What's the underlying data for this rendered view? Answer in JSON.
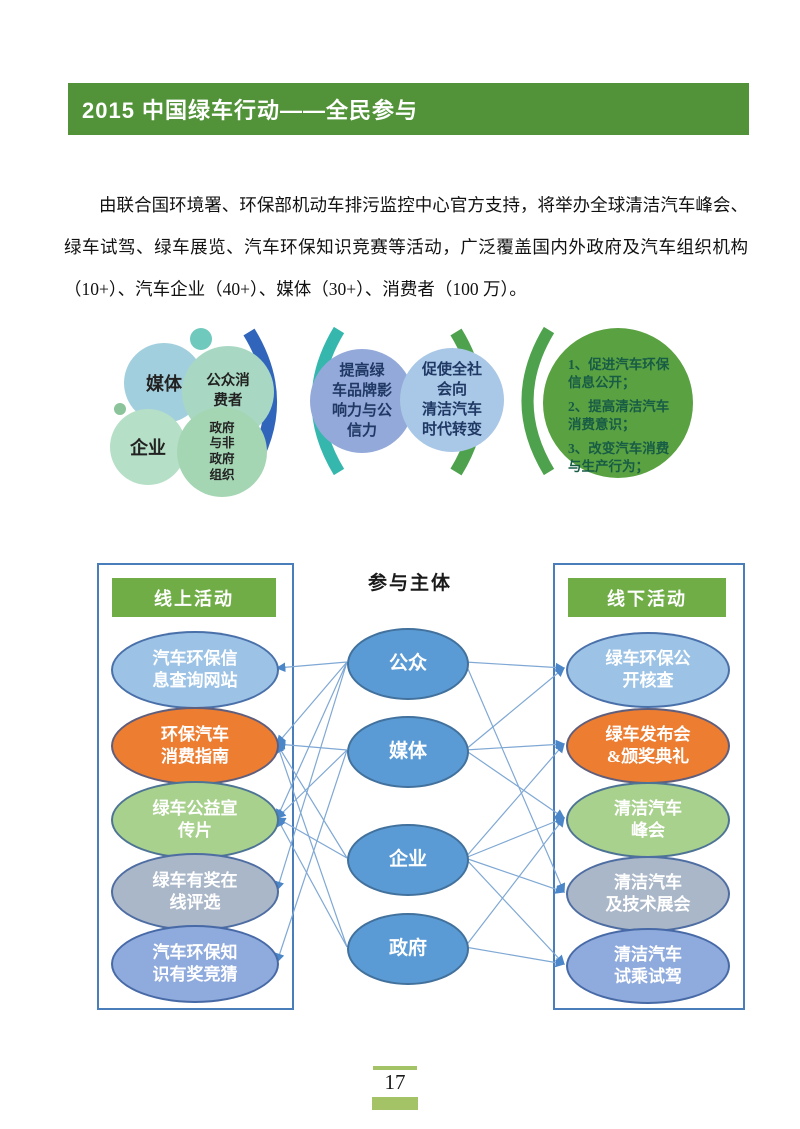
{
  "header": {
    "title": "2015 中国绿车行动——全民参与"
  },
  "intro": {
    "text": "由联合国环境署、环保部机动车排污监控中心官方支持，将举办全球清洁汽车峰会、绿车试驾、绿车展览、汽车环保知识竞赛等活动，广泛覆盖国内外政府及汽车组织机构（10+）、汽车企业（40+）、媒体（30+）、消费者（100 万）。",
    "counts": {
      "organizations": "10+",
      "enterprises": "40+",
      "media": "30+",
      "consumers": "100 万"
    }
  },
  "funnel": {
    "stakeholders": [
      "媒体",
      "公众消\n费者",
      "企业",
      "政府\n与非\n政府\n组织"
    ],
    "goals": [
      "提高绿\n车品牌影\n响力与公\n信力",
      "促使全社\n会向\n清洁汽车\n时代转变"
    ],
    "outcomes": [
      "1、促进汽车环保\n信息公开；",
      "2、提高清洁汽车\n消费意识；",
      "3、改变汽车消费\n与生产行为；"
    ]
  },
  "network": {
    "title": "参与主体",
    "online": {
      "header": "线上活动",
      "items": [
        "汽车环保信\n息查询网站",
        "环保汽车\n消费指南",
        "绿车公益宣\n传片",
        "绿车有奖在\n线评选",
        "汽车环保知\n识有奖竞猜"
      ]
    },
    "offline": {
      "header": "线下活动",
      "items": [
        "绿车环保公\n开核查",
        "绿车发布会\n&颁奖典礼",
        "清洁汽车\n峰会",
        "清洁汽车\n及技术展会",
        "清洁汽车\n试乘试驾"
      ]
    },
    "subjects": [
      "公众",
      "媒体",
      "企业",
      "政府"
    ],
    "edges": {
      "online": [
        [
          0,
          0
        ],
        [
          0,
          1
        ],
        [
          0,
          2
        ],
        [
          0,
          3
        ],
        [
          1,
          1
        ],
        [
          1,
          2
        ],
        [
          1,
          4
        ],
        [
          2,
          1
        ],
        [
          2,
          2
        ],
        [
          3,
          1
        ],
        [
          3,
          2
        ]
      ],
      "offline": [
        [
          0,
          0
        ],
        [
          0,
          3
        ],
        [
          1,
          0
        ],
        [
          1,
          1
        ],
        [
          1,
          2
        ],
        [
          2,
          1
        ],
        [
          2,
          2
        ],
        [
          2,
          3
        ],
        [
          2,
          4
        ],
        [
          3,
          2
        ],
        [
          3,
          4
        ]
      ]
    }
  },
  "page": {
    "number": "17"
  },
  "colors": {
    "header_green": "#529339",
    "box_green": "#70ad47",
    "footer_green": "#a4c266",
    "arc_blue": "#3165bc",
    "arc_teal": "#35b7ae",
    "arc_green": "#4ea24e",
    "node_blue": "#5b9bd5",
    "ellipse_blue": "#9cc3e6",
    "ellipse_orange": "#ed7d31",
    "ellipse_green": "#a9d18e",
    "ellipse_gray": "#aab7c8",
    "ellipse_lightblue": "#8faadc",
    "connector_blue": "#7fa8d4"
  }
}
